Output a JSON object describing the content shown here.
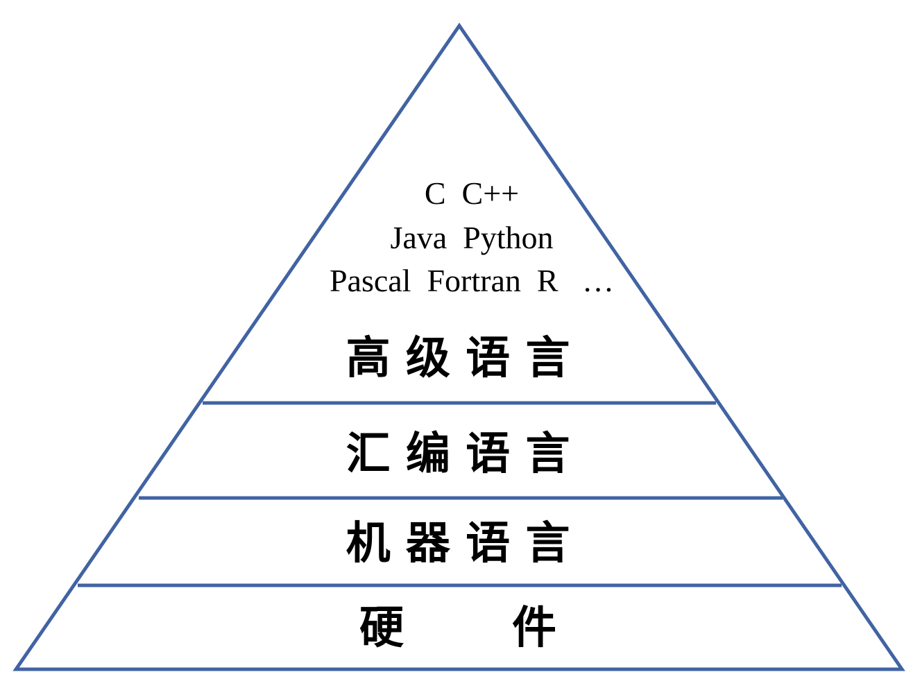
{
  "diagram": {
    "line_color": "#4163a3",
    "text_color": "#000000",
    "languages": {
      "line1": "C  C++",
      "line2": "Java  Python",
      "line3": "Pascal  Fortran  R   …"
    },
    "layers": [
      {
        "label": "高 级 语 言"
      },
      {
        "label": "汇 编 语 言"
      },
      {
        "label": "机 器 语 言"
      },
      {
        "label": "硬       件"
      }
    ]
  }
}
